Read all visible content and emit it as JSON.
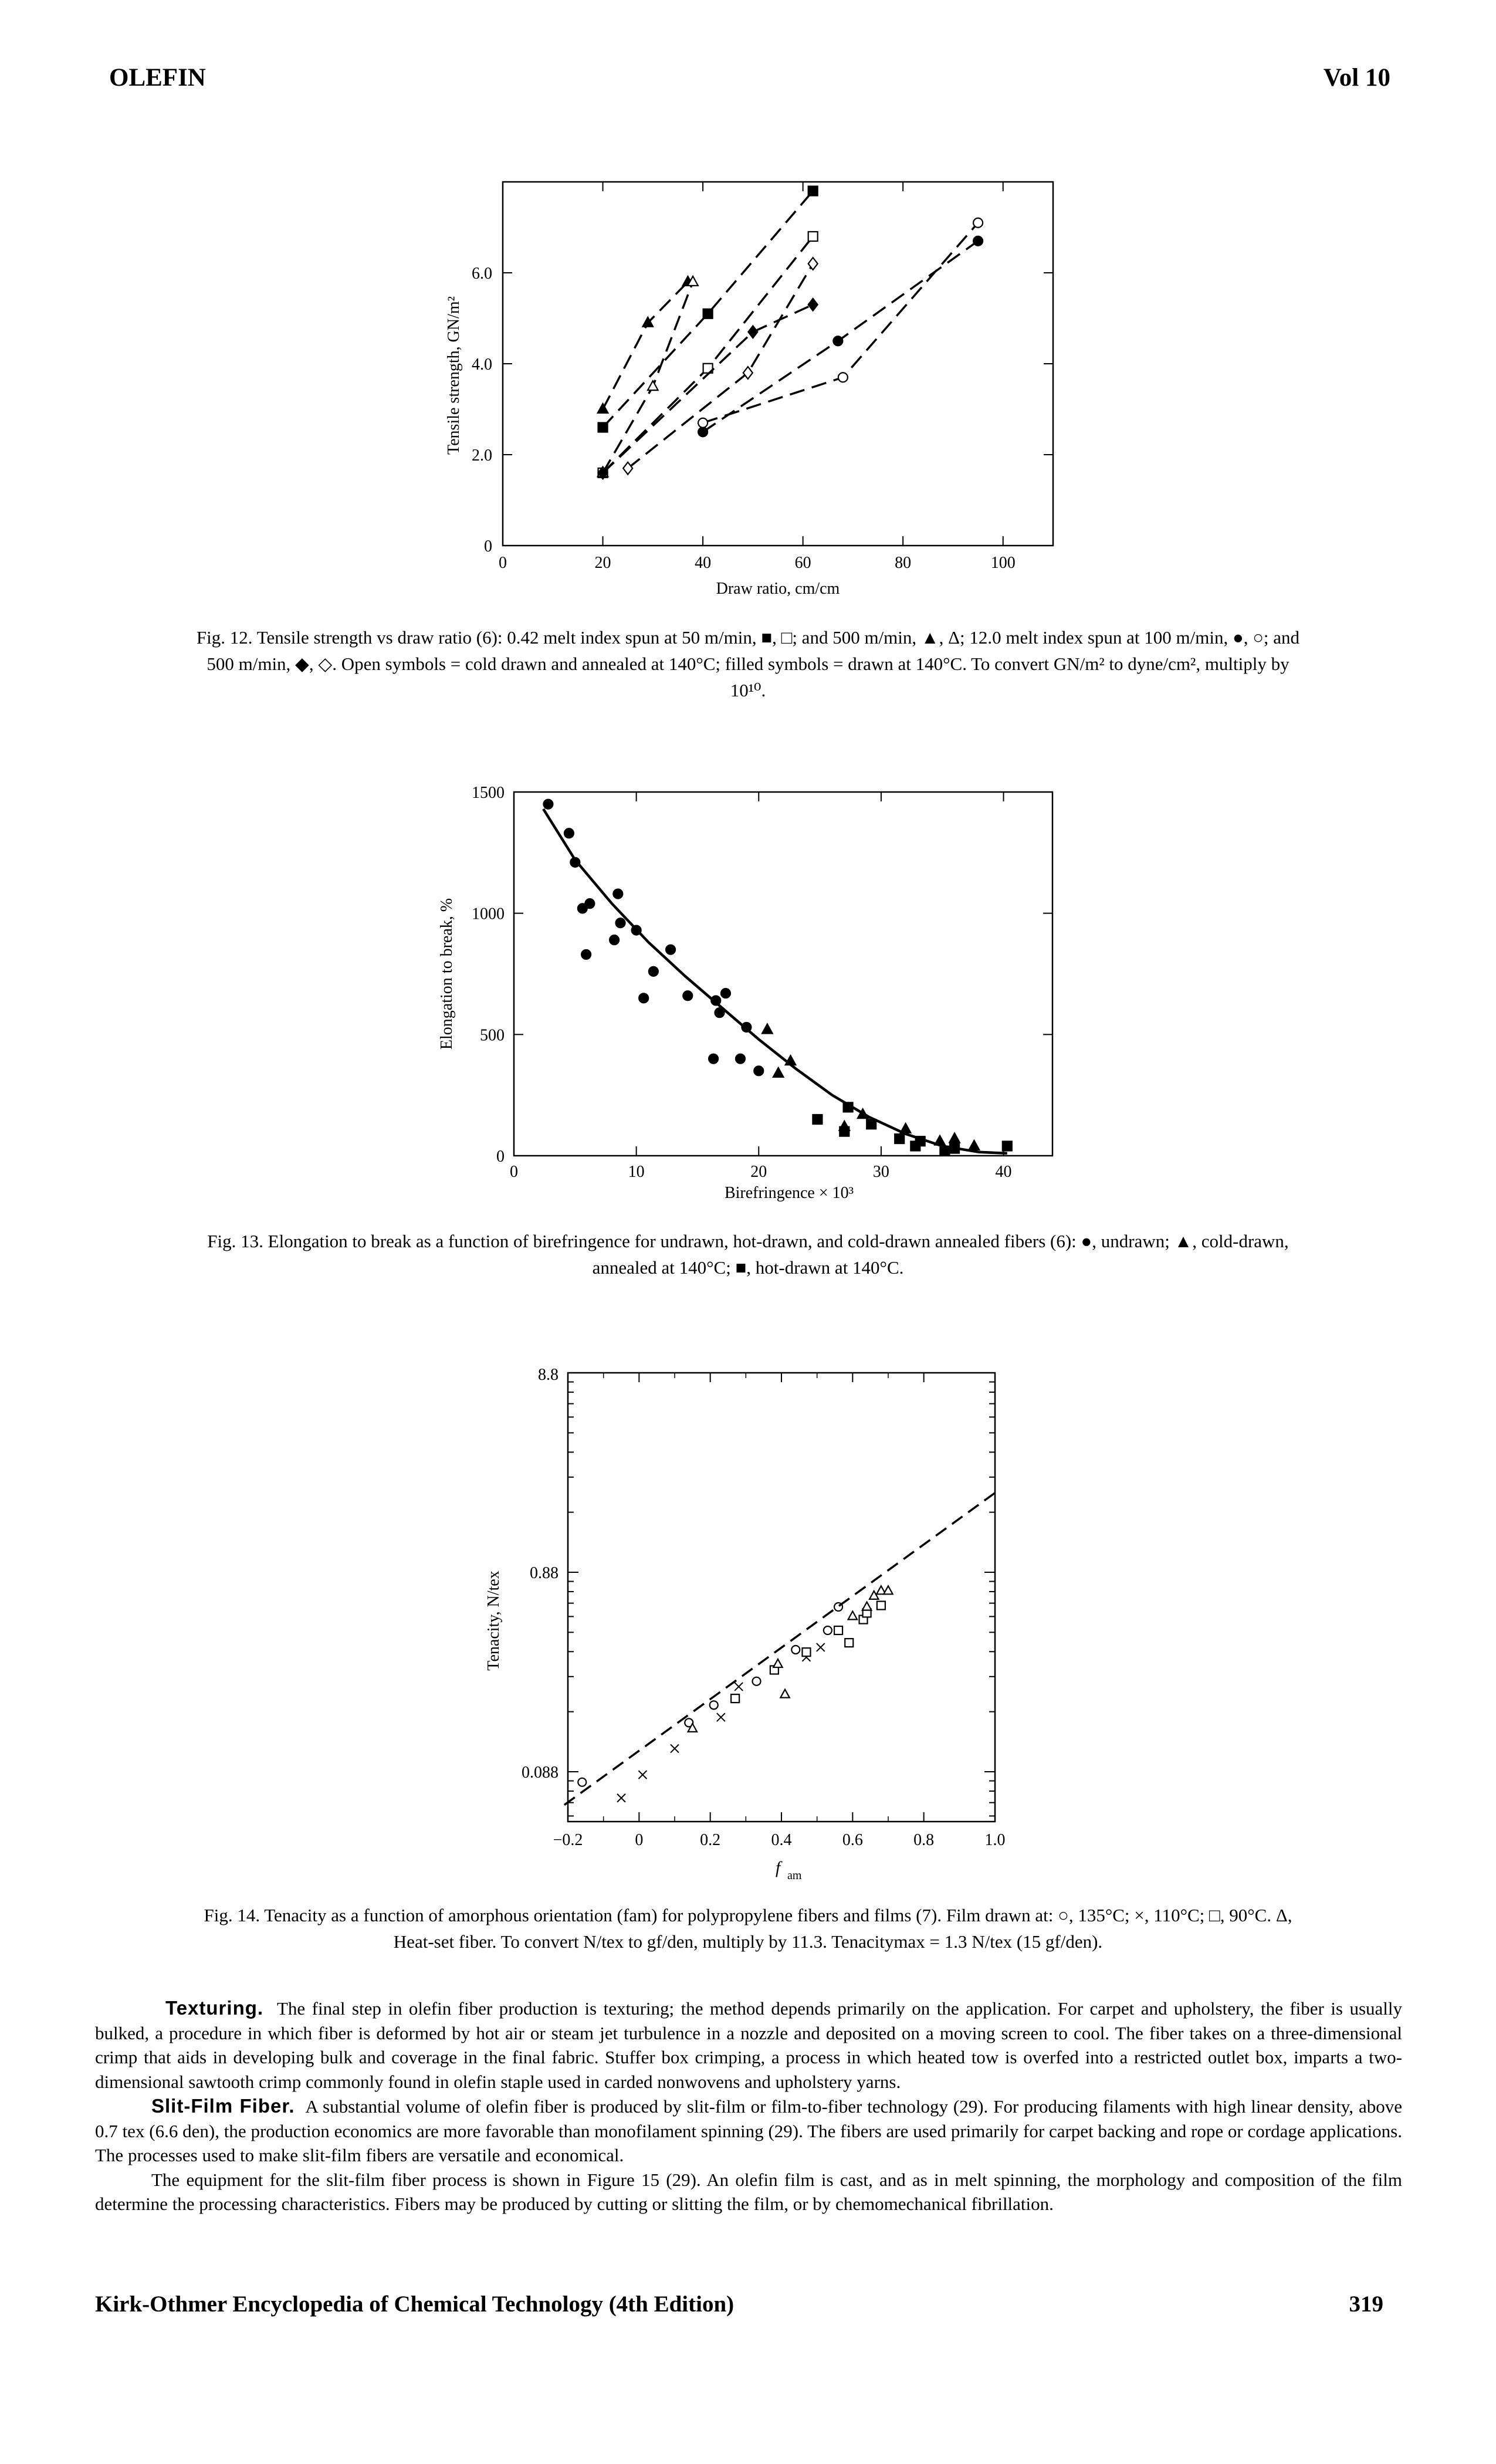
{
  "header": {
    "left": "OLEFIN",
    "right": "Vol 10"
  },
  "footer": {
    "left": "Kirk-Othmer Encyclopedia of Chemical Technology (4th Edition)",
    "right": "319"
  },
  "fig12": {
    "caption_line1": "Fig. 12. Tensile strength vs draw ratio (6): 0.42 melt index spun at 50 m/min, ■, □; and 500 m/min, ▲, Δ; 12.0 melt index spun at 100 m/min, ●, ○; and",
    "caption_line2": "500 m/min, ◆, ◇. Open symbols = cold drawn and annealed at 140°C; filled symbols = drawn at 140°C. To convert GN/m² to dyne/cm², multiply by",
    "caption_line3": "10¹⁰."
  },
  "fig13": {
    "caption_line1": "Fig. 13. Elongation to break as a function of birefringence for undrawn, hot-drawn, and cold-drawn annealed fibers (6): ●, undrawn; ▲, cold-drawn,",
    "caption_line2": "annealed at 140°C; ■, hot-drawn at 140°C."
  },
  "fig14": {
    "caption_line1": "Fig. 14. Tenacity as a function of amorphous orientation (fam) for polypropylene fibers and films (7). Film drawn at: ○, 135°C; ×, 110°C; □, 90°C. Δ,",
    "caption_line2": "Heat-set fiber. To convert N/tex to gf/den, multiply by 11.3. Tenacitymax = 1.3 N/tex (15 gf/den)."
  },
  "body": {
    "texturing_heading": "Texturing.",
    "texturing_text": "The final step in olefin fiber production is texturing; the method depends primarily on the application. For carpet and upholstery, the fiber is usually bulked, a procedure in which fiber is deformed by hot air or steam jet turbulence in a nozzle and deposited on a moving screen to cool. The fiber takes on a three-dimensional crimp that aids in developing bulk and coverage in the final fabric. Stuffer box crimping, a process in which heated tow is overfed into a restricted outlet box, imparts a two-dimensional sawtooth crimp commonly found in olefin staple used in carded nonwovens and upholstery yarns.",
    "slitfilm_heading": "Slit-Film Fiber.",
    "slitfilm_text": "A substantial volume of olefin fiber is produced by slit-film or film-to-fiber technology (29). For producing filaments with high linear density, above 0.7 tex (6.6 den), the production economics are more favorable than monofilament spinning (29). The fibers are used primarily for carpet backing and rope or cordage applications. The processes used to make slit-film fibers are versatile and economical.",
    "equipment_text": "The equipment for the slit-film fiber process is shown in Figure 15 (29). An olefin film is cast, and as in melt spinning, the morphology and composition of the film determine the processing characteristics. Fibers may be produced by cutting or slitting the film, or by chemomechanical fibrillation."
  },
  "chart_data": [
    {
      "type": "line",
      "xlabel": "Draw ratio, cm/cm",
      "ylabel": "Tensile strength, GN/m²",
      "xlim": [
        0,
        110
      ],
      "ylim": [
        0,
        8
      ],
      "xticks": [
        "0",
        "20",
        "40",
        "60",
        "80",
        "100"
      ],
      "yticks": [
        "0",
        "2.0",
        "4.0",
        "6.0"
      ],
      "series": [
        {
          "marker": "filled-square",
          "line": "dashed",
          "x": [
            20,
            41,
            62
          ],
          "y": [
            2.6,
            5.1,
            7.8
          ]
        },
        {
          "marker": "open-square",
          "line": "dashed",
          "x": [
            20,
            41,
            62
          ],
          "y": [
            1.6,
            3.9,
            6.8
          ]
        },
        {
          "marker": "filled-triangle",
          "line": "dashed",
          "x": [
            20,
            29,
            37
          ],
          "y": [
            3.0,
            4.9,
            5.8
          ]
        },
        {
          "marker": "open-triangle",
          "line": "dashed",
          "x": [
            20,
            30,
            38
          ],
          "y": [
            1.6,
            3.5,
            5.8
          ]
        },
        {
          "marker": "filled-circle",
          "line": "dashed",
          "x": [
            40,
            67,
            95
          ],
          "y": [
            2.5,
            4.5,
            6.7
          ]
        },
        {
          "marker": "open-circle",
          "line": "dashed",
          "x": [
            40,
            68,
            95
          ],
          "y": [
            2.7,
            3.7,
            7.1
          ]
        },
        {
          "marker": "filled-diamond",
          "line": "dashed",
          "x": [
            20,
            50,
            62
          ],
          "y": [
            1.6,
            4.7,
            5.3
          ]
        },
        {
          "marker": "open-diamond",
          "line": "dashed",
          "x": [
            25,
            49,
            62
          ],
          "y": [
            1.7,
            3.8,
            6.2
          ]
        }
      ]
    },
    {
      "type": "scatter",
      "xlabel": "Birefringence × 10³",
      "ylabel": "Elongation to break, %",
      "xlim": [
        0,
        44
      ],
      "ylim": [
        0,
        1500
      ],
      "xticks": [
        "0",
        "10",
        "20",
        "30",
        "40"
      ],
      "yticks": [
        "0",
        "500",
        "1000",
        "1500"
      ],
      "series": [
        {
          "marker": "filled-circle",
          "x": [
            2.8,
            4.5,
            5.0,
            5.6,
            5.9,
            6.2,
            8.2,
            8.5,
            8.7,
            10.0,
            10.6,
            11.4,
            12.8,
            14.2,
            16.3,
            16.5,
            16.8,
            17.3,
            18.5,
            19.0,
            20.0
          ],
          "y": [
            1450,
            1330,
            1210,
            1020,
            830,
            1040,
            890,
            1080,
            960,
            930,
            650,
            760,
            850,
            660,
            400,
            640,
            590,
            670,
            400,
            530,
            350
          ]
        },
        {
          "marker": "filled-triangle",
          "x": [
            20.7,
            21.6,
            22.6,
            27.0,
            28.5,
            32.0,
            34.8,
            36.0,
            37.6
          ],
          "y": [
            520,
            340,
            390,
            120,
            170,
            110,
            60,
            70,
            40
          ]
        },
        {
          "marker": "filled-square",
          "x": [
            24.8,
            27.0,
            27.3,
            29.2,
            31.5,
            32.8,
            33.2,
            35.2,
            36.0,
            40.3
          ],
          "y": [
            150,
            100,
            200,
            130,
            70,
            40,
            60,
            20,
            30,
            40
          ]
        },
        {
          "type": "line",
          "name": "",
          "x": [
            2.4,
            5,
            8,
            11,
            14,
            17,
            20,
            23,
            26,
            29,
            32,
            35,
            38,
            40.3
          ],
          "y": [
            1430,
            1220,
            1040,
            880,
            740,
            610,
            480,
            360,
            250,
            160,
            90,
            40,
            15,
            10
          ]
        }
      ]
    },
    {
      "type": "scatter",
      "xlabel": "fam",
      "ylabel": "Tenacity, N/tex",
      "xscale": "linear",
      "yscale": "log",
      "xlim": [
        -0.2,
        1.0
      ],
      "ylim": [
        0.05,
        8.8
      ],
      "xticks": [
        "−0.2",
        "0",
        "0.2",
        "0.4",
        "0.6",
        "0.8",
        "1.0"
      ],
      "yticks": [
        "0.088",
        "0.88",
        "8.8"
      ],
      "series": [
        {
          "marker": "open-circle",
          "x": [
            -0.16,
            0.14,
            0.21,
            0.33,
            0.44,
            0.53,
            0.56
          ],
          "y": [
            0.078,
            0.155,
            0.19,
            0.25,
            0.36,
            0.45,
            0.59
          ]
        },
        {
          "marker": "cross",
          "x": [
            -0.05,
            0.01,
            0.1,
            0.23,
            0.28,
            0.47,
            0.51
          ],
          "y": [
            0.065,
            0.085,
            0.115,
            0.165,
            0.235,
            0.33,
            0.37
          ]
        },
        {
          "marker": "open-square",
          "x": [
            0.27,
            0.38,
            0.47,
            0.56,
            0.59,
            0.63,
            0.64,
            0.68
          ],
          "y": [
            0.205,
            0.285,
            0.35,
            0.45,
            0.39,
            0.51,
            0.55,
            0.6
          ]
        },
        {
          "marker": "open-triangle",
          "x": [
            0.15,
            0.39,
            0.41,
            0.6,
            0.64,
            0.66,
            0.68,
            0.7
          ],
          "y": [
            0.145,
            0.305,
            0.215,
            0.53,
            0.59,
            0.67,
            0.71,
            0.71
          ]
        },
        {
          "type": "line",
          "line": "dashed",
          "x": [
            -0.21,
            1.0
          ],
          "y": [
            0.06,
            2.2
          ]
        }
      ]
    }
  ]
}
